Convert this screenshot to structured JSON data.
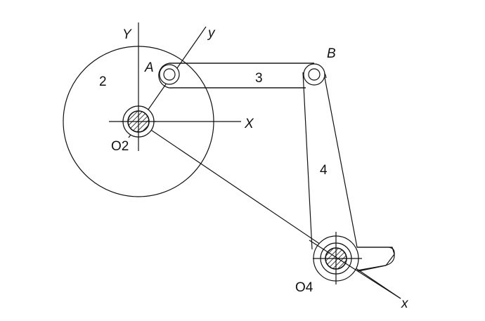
{
  "diagram": {
    "labels": {
      "Y": "Y",
      "y": "y",
      "X": "X",
      "x": "x",
      "A": "A",
      "B": "B",
      "link2": "2",
      "link3": "3",
      "link4": "4",
      "O2": "O2",
      "O4": "O4"
    }
  }
}
